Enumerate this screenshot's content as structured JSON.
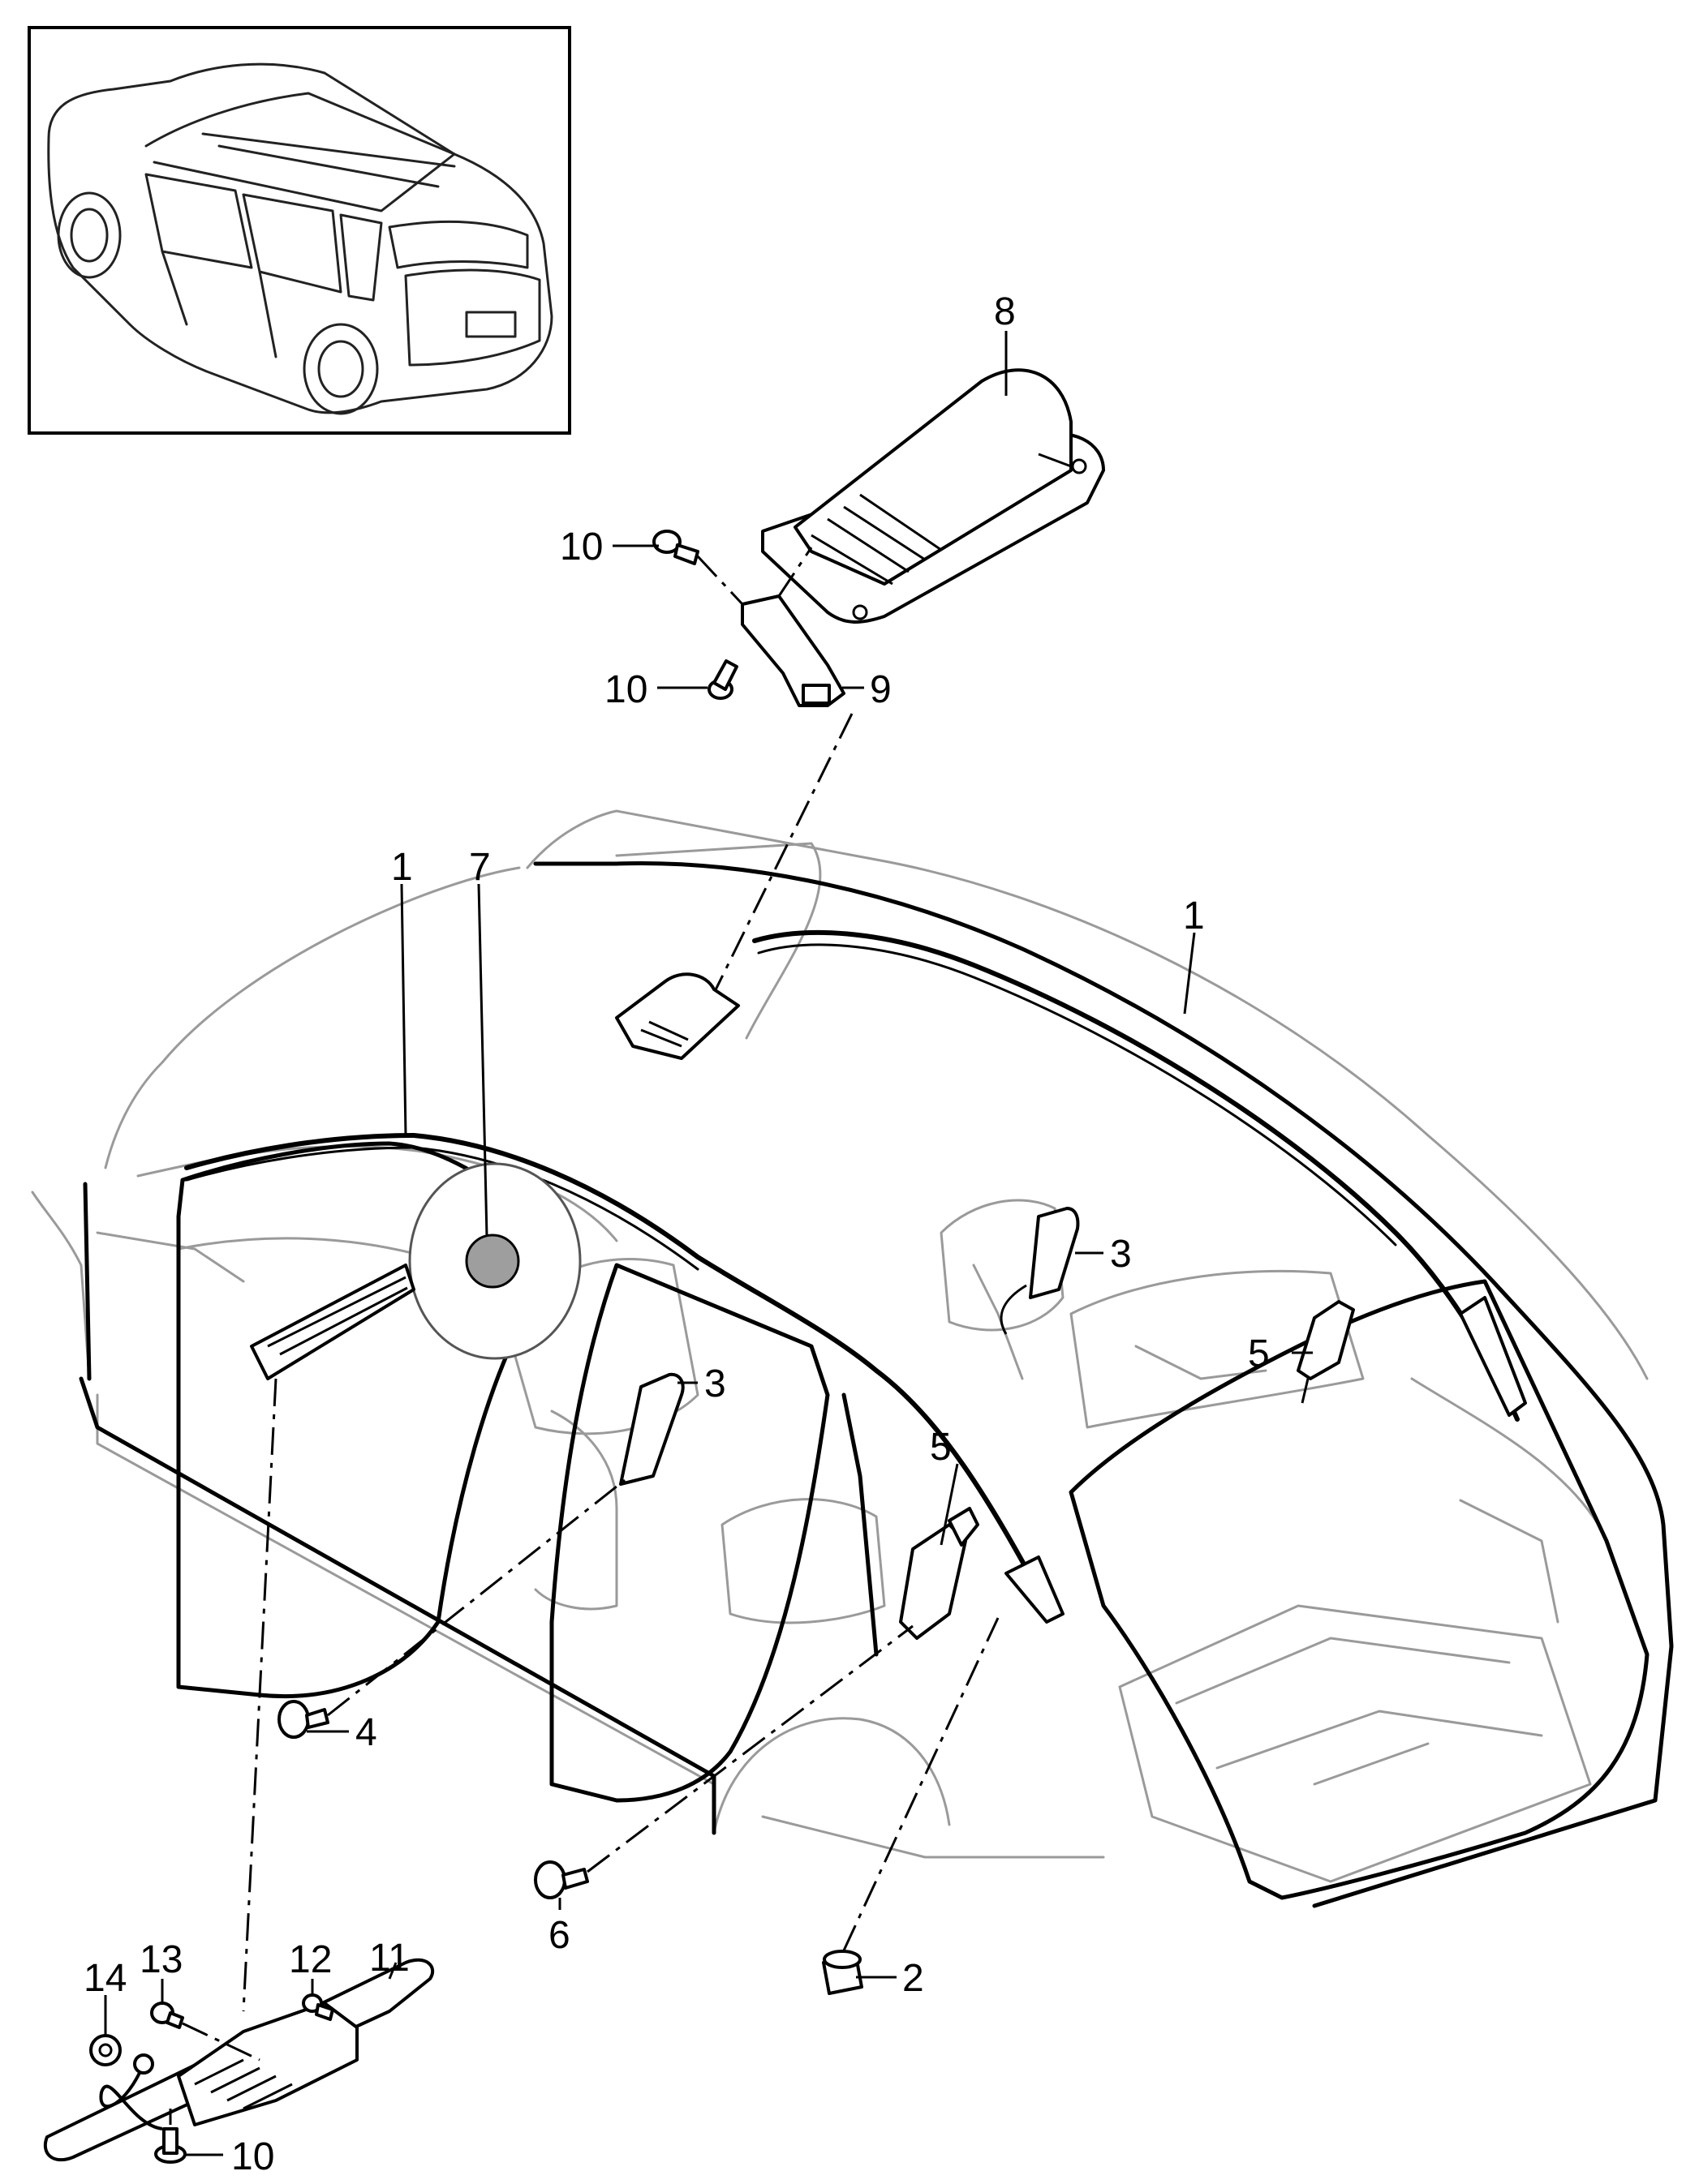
{
  "callouts": [
    {
      "id": "c8",
      "text": "8"
    },
    {
      "id": "c10a",
      "text": "10"
    },
    {
      "id": "c10b",
      "text": "10"
    },
    {
      "id": "c9",
      "text": "9"
    },
    {
      "id": "c1a",
      "text": "1"
    },
    {
      "id": "c7",
      "text": "7"
    },
    {
      "id": "c1b",
      "text": "1"
    },
    {
      "id": "c3a",
      "text": "3"
    },
    {
      "id": "c5a",
      "text": "5"
    },
    {
      "id": "c3b",
      "text": "3"
    },
    {
      "id": "c5b",
      "text": "5"
    },
    {
      "id": "c4",
      "text": "4"
    },
    {
      "id": "c6",
      "text": "6"
    },
    {
      "id": "c2",
      "text": "2"
    },
    {
      "id": "c13",
      "text": "13"
    },
    {
      "id": "c12",
      "text": "12"
    },
    {
      "id": "c11",
      "text": "11"
    },
    {
      "id": "c14",
      "text": "14"
    },
    {
      "id": "c10c",
      "text": "10"
    }
  ]
}
